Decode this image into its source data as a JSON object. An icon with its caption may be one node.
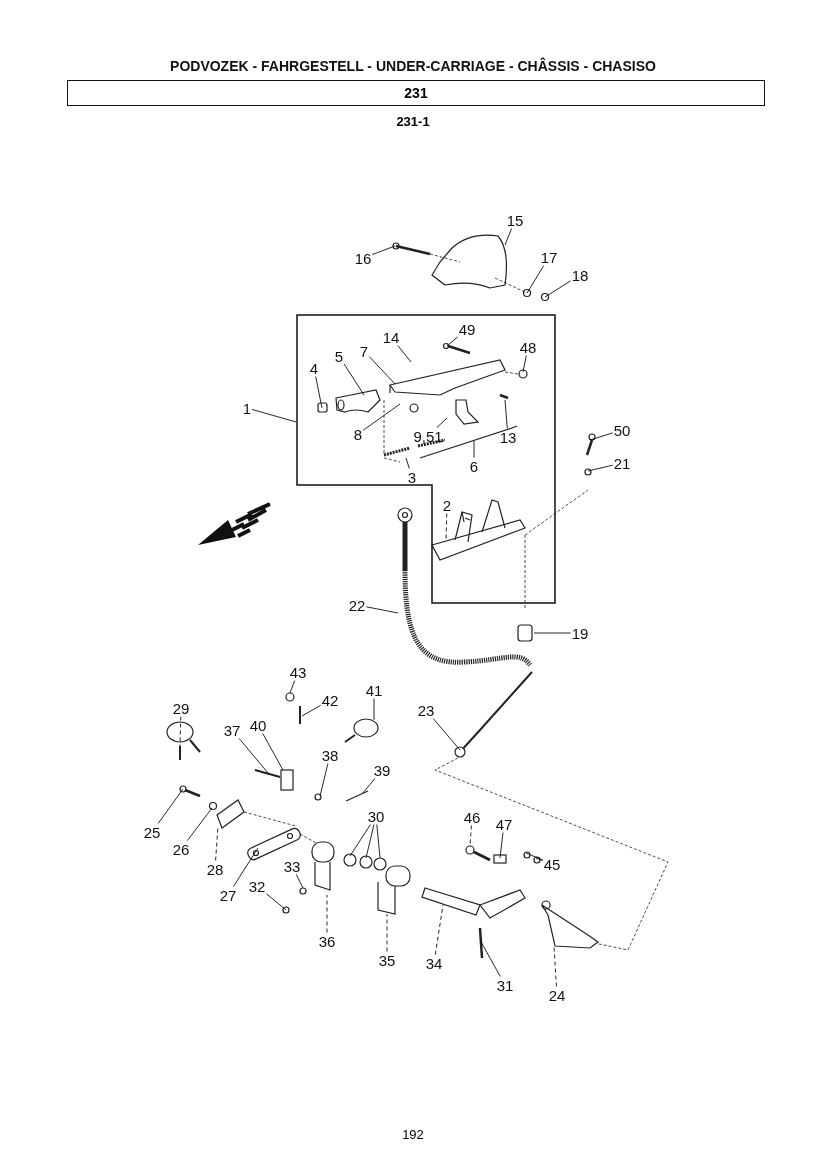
{
  "diagram": {
    "title": "PODVOZEK - FAHRGESTELL - UNDER-CARRIAGE - CHÂSSIS - CHASISO",
    "nodes": [
      {
        "text": [
          "231"
        ]
      },
      {
        "text": [],
        "shape": "box"
      },
      {
        "text": [
          "15"
        ]
      },
      {
        "text": [
          "16"
        ]
      },
      {
        "text": [
          "17"
        ]
      },
      {
        "text": [
          "18"
        ]
      },
      {
        "text": [
          "49"
        ],
        "in": 1
      },
      {
        "text": [
          "14"
        ],
        "in": 1
      },
      {
        "text": [
          "48"
        ],
        "in": 1
      },
      {
        "text": [
          "7"
        ],
        "in": 1
      },
      {
        "text": [
          "5"
        ],
        "in": 1
      },
      {
        "text": [
          "4"
        ],
        "in": 1
      },
      {
        "text": [
          "1"
        ]
      },
      {
        "text": [
          "8"
        ],
        "in": 1
      },
      {
        "text": [
          "9,51"
        ],
        "in": 1
      },
      {
        "text": [
          "13"
        ],
        "in": 1
      },
      {
        "text": [
          "6"
        ],
        "in": 1
      },
      {
        "text": [
          "50"
        ]
      },
      {
        "text": [
          "21"
        ]
      },
      {
        "text": [
          "3"
        ],
        "in": 1
      },
      {
        "text": [
          "2"
        ],
        "in": 1
      },
      {
        "text": [
          "19"
        ]
      },
      {
        "text": [
          "22"
        ]
      },
      {
        "text": [
          "43"
        ]
      },
      {
        "text": [
          "41"
        ]
      },
      {
        "text": [
          "42"
        ]
      },
      {
        "text": [
          "29"
        ]
      },
      {
        "text": [
          "37"
        ]
      },
      {
        "text": [
          "40"
        ]
      },
      {
        "text": [
          "38"
        ]
      },
      {
        "text": [
          "39"
        ]
      },
      {
        "text": [
          "23"
        ]
      },
      {
        "text": [
          "25"
        ]
      },
      {
        "text": [
          "26"
        ]
      },
      {
        "text": [
          "28"
        ]
      },
      {
        "text": [
          "30"
        ]
      },
      {
        "text": [
          "46"
        ]
      },
      {
        "text": [
          "47"
        ]
      },
      {
        "text": [
          "45"
        ]
      },
      {
        "text": [
          "27"
        ]
      },
      {
        "text": [
          "33"
        ]
      },
      {
        "text": [
          "32"
        ]
      },
      {
        "text": [
          "36"
        ]
      },
      {
        "text": [
          "35"
        ]
      },
      {
        "text": [
          "34"
        ]
      },
      {
        "text": [
          "31"
        ]
      },
      {
        "text": [
          "24"
        ]
      }
    ],
    "edges": [
      {
        "from": 2,
        "to": null,
        "arrow": "none"
      },
      {
        "from": 3,
        "to": null,
        "arrow": "none"
      },
      {
        "from": 4,
        "to": null,
        "arrow": "none"
      },
      {
        "from": 5,
        "to": null,
        "arrow": "none"
      },
      {
        "from": 6,
        "to": null,
        "arrow": "none"
      },
      {
        "from": 7,
        "to": null,
        "arrow": "none"
      },
      {
        "from": 8,
        "to": null,
        "arrow": "none"
      },
      {
        "from": 9,
        "to": null,
        "arrow": "none"
      },
      {
        "from": 10,
        "to": null,
        "arrow": "none"
      },
      {
        "from": 11,
        "to": null,
        "arrow": "none"
      },
      {
        "from": 12,
        "to": 1,
        "arrow": "none"
      },
      {
        "from": 13,
        "to": null,
        "arrow": "none"
      },
      {
        "from": 14,
        "to": null,
        "arrow": "none"
      },
      {
        "from": 15,
        "to": null,
        "arrow": "none"
      },
      {
        "from": 16,
        "to": null,
        "arrow": "none"
      },
      {
        "from": 17,
        "to": null,
        "arrow": "none"
      },
      {
        "from": 18,
        "to": null,
        "arrow": "none"
      },
      {
        "from": 19,
        "to": null,
        "arrow": "none"
      },
      {
        "from": 20,
        "to": null,
        "arrow": "none",
        "style": "dashed"
      },
      {
        "from": 21,
        "to": null,
        "arrow": "none"
      },
      {
        "from": 22,
        "to": null,
        "arrow": "none"
      },
      {
        "from": 23,
        "to": null,
        "arrow": "none"
      },
      {
        "from": 24,
        "to": null,
        "arrow": "none"
      },
      {
        "from": 25,
        "to": null,
        "arrow": "none"
      },
      {
        "from": 26,
        "to": null,
        "arrow": "none",
        "style": "dashed"
      },
      {
        "from": 27,
        "to": null,
        "arrow": "none"
      },
      {
        "from": 28,
        "to": null,
        "arrow": "none"
      },
      {
        "from": 29,
        "to": null,
        "arrow": "none"
      },
      {
        "from": 30,
        "to": null,
        "arrow": "none"
      },
      {
        "from": 31,
        "to": null,
        "arrow": "none"
      },
      {
        "from": 32,
        "to": null,
        "arrow": "none"
      },
      {
        "from": 33,
        "to": null,
        "arrow": "none"
      },
      {
        "from": 34,
        "to": null,
        "arrow": "none",
        "style": "dashed"
      },
      {
        "from": 35,
        "to": null,
        "arrow": "none"
      },
      {
        "from": 35,
        "to": null,
        "arrow": "none"
      },
      {
        "from": 35,
        "to": null,
        "arrow": "none"
      },
      {
        "from": 36,
        "to": null,
        "arrow": "none",
        "style": "dashed"
      },
      {
        "from": 37,
        "to": null,
        "arrow": "none"
      },
      {
        "from": 38,
        "to": null,
        "arrow": "none"
      },
      {
        "from": 38,
        "to": null,
        "arrow": "none"
      },
      {
        "from": 39,
        "to": null,
        "arrow": "none"
      },
      {
        "from": 40,
        "to": null,
        "arrow": "none"
      },
      {
        "from": 41,
        "to": null,
        "arrow": "none"
      },
      {
        "from": 42,
        "to": null,
        "arrow": "none",
        "style": "dashed"
      },
      {
        "from": 43,
        "to": null,
        "arrow": "none",
        "style": "dashed"
      },
      {
        "from": 44,
        "to": null,
        "arrow": "none",
        "style": "dashed"
      },
      {
        "from": 45,
        "to": null,
        "arrow": "none"
      },
      {
        "from": 46,
        "to": null,
        "arrow": "none",
        "style": "dashed"
      }
    ],
    "labels": [
      "231-1",
      "192"
    ]
  }
}
